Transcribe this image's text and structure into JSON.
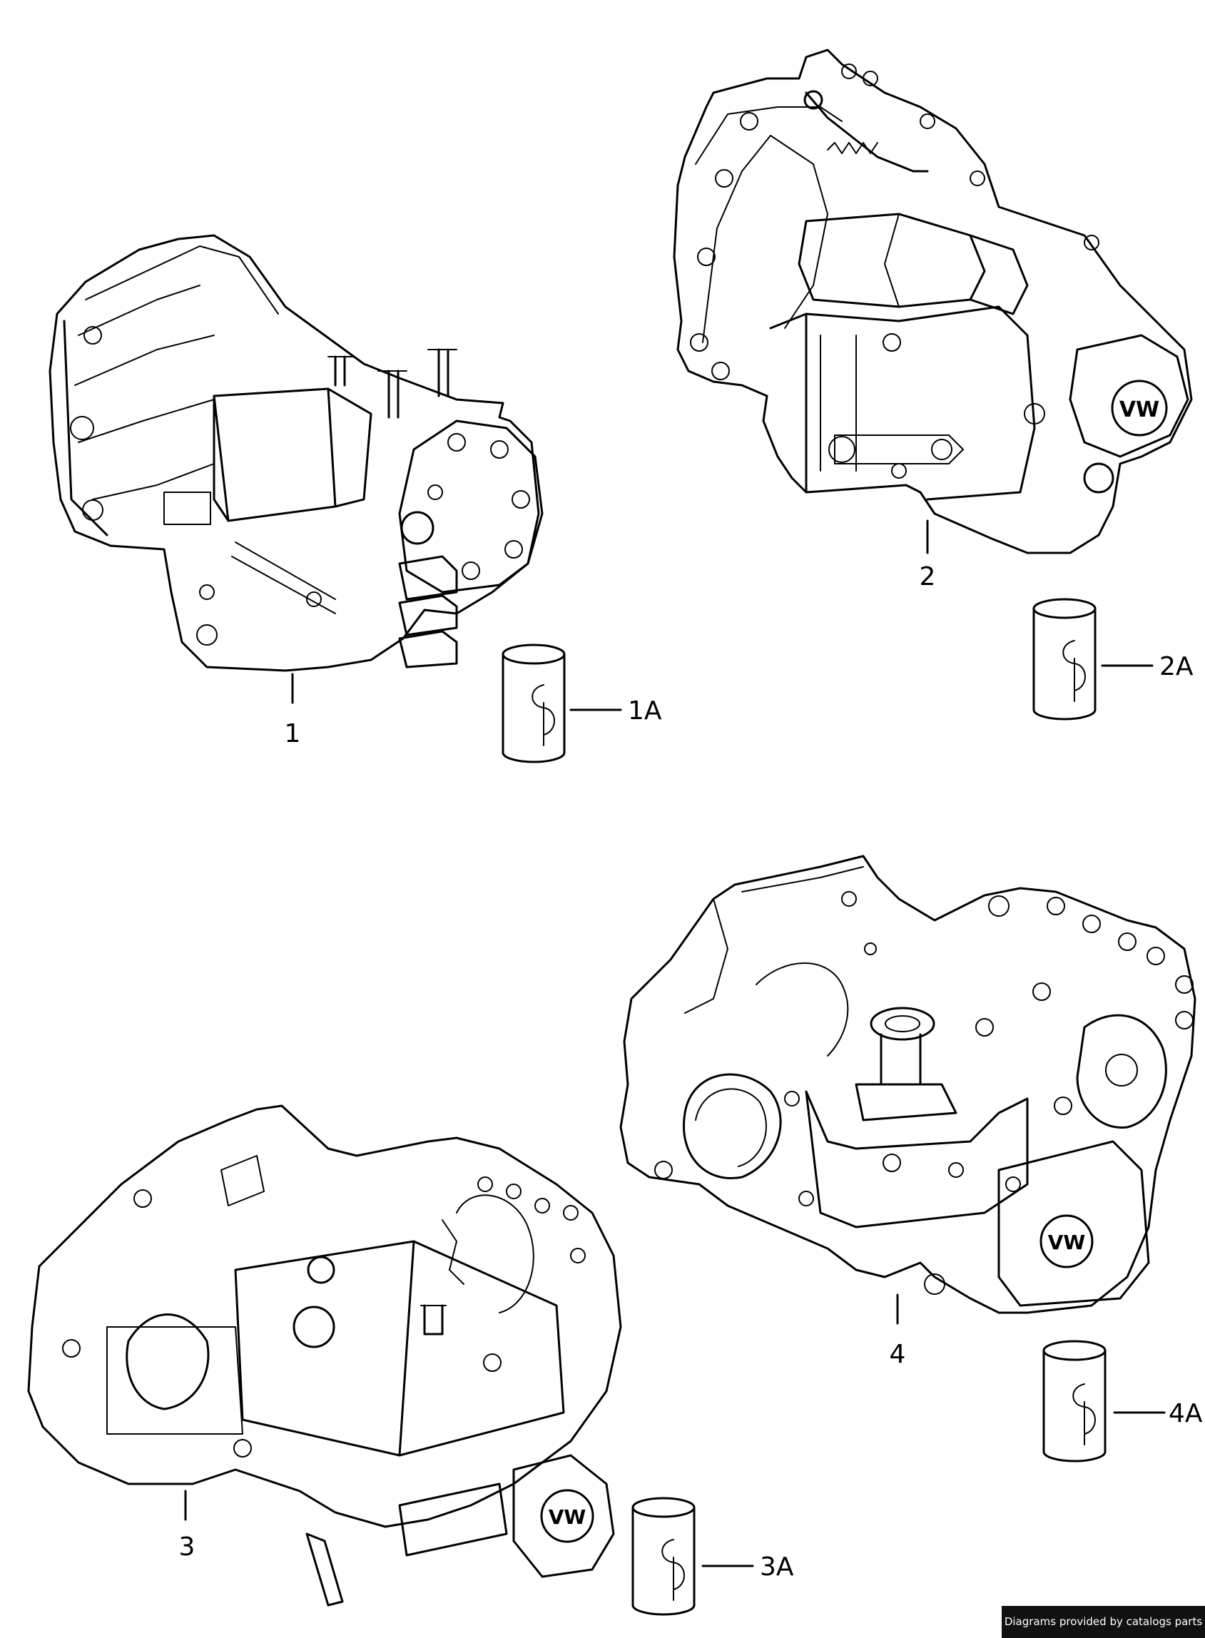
{
  "parts": [
    {
      "callout": "1",
      "oil_callout": "1A"
    },
    {
      "callout": "2",
      "oil_callout": "2A"
    },
    {
      "callout": "3",
      "oil_callout": "3A"
    },
    {
      "callout": "4",
      "oil_callout": "4A"
    }
  ],
  "credit": "Diagrams provided by catalogs parts",
  "icons": {
    "gearbox": "gearbox-assembly-icon",
    "oil_container": "oil-can-icon",
    "vw_logo": "vw-logo-icon"
  }
}
